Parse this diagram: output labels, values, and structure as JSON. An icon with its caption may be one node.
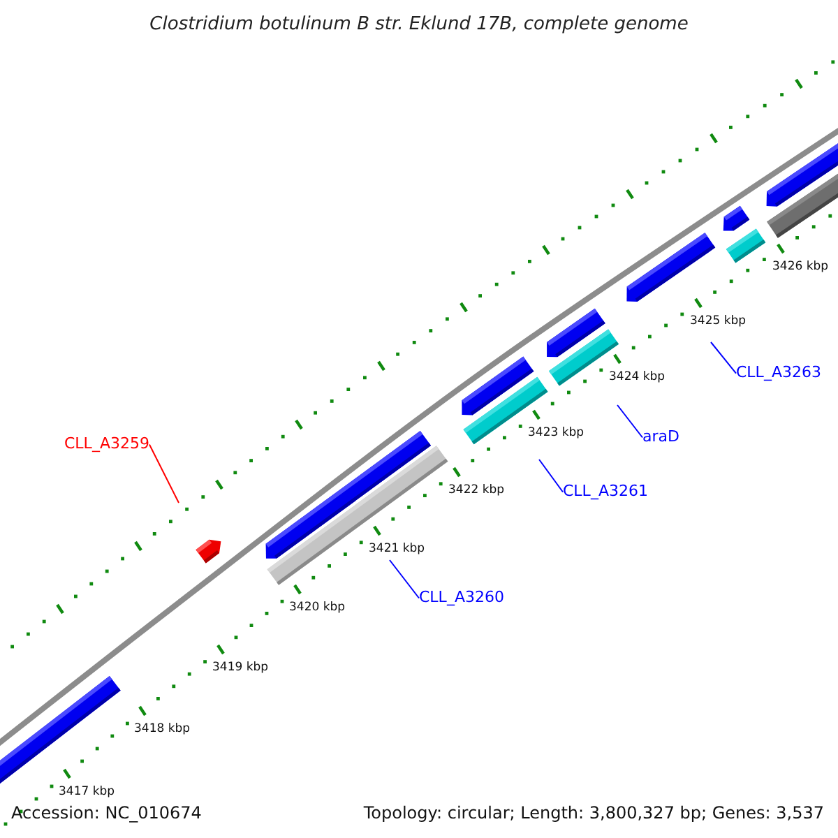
{
  "diagram": {
    "title": "Clostridium botulinum B str. Eklund 17B, complete genome",
    "nodes": [
      {
        "text": [
          "CLL_A3263"
        ]
      },
      {
        "text": [
          "araD"
        ]
      },
      {
        "text": [
          "CLL_A3259"
        ]
      },
      {
        "text": [
          "CLL_A3261"
        ]
      },
      {
        "text": [
          "CLL_A3260"
        ]
      }
    ],
    "edges": [
      {
        "from": 0,
        "to": null,
        "arrow": "none"
      },
      {
        "from": 1,
        "to": null,
        "arrow": "none"
      },
      {
        "from": 2,
        "to": null,
        "arrow": "none",
        "color": "#ff0000"
      },
      {
        "from": 3,
        "to": null,
        "arrow": "none"
      },
      {
        "from": 4,
        "to": null,
        "arrow": "none"
      }
    ],
    "labels": [
      "3426 kbp",
      "3425 kbp",
      "3424 kbp",
      "3423 kbp",
      "3422 kbp",
      "3421 kbp",
      "3420 kbp",
      "3419 kbp",
      "3418 kbp",
      "3417 kbp",
      "Accession: NC_010674",
      "Topology: circular; Length: 3,800,327 bp; Genes: 3,537"
    ]
  }
}
